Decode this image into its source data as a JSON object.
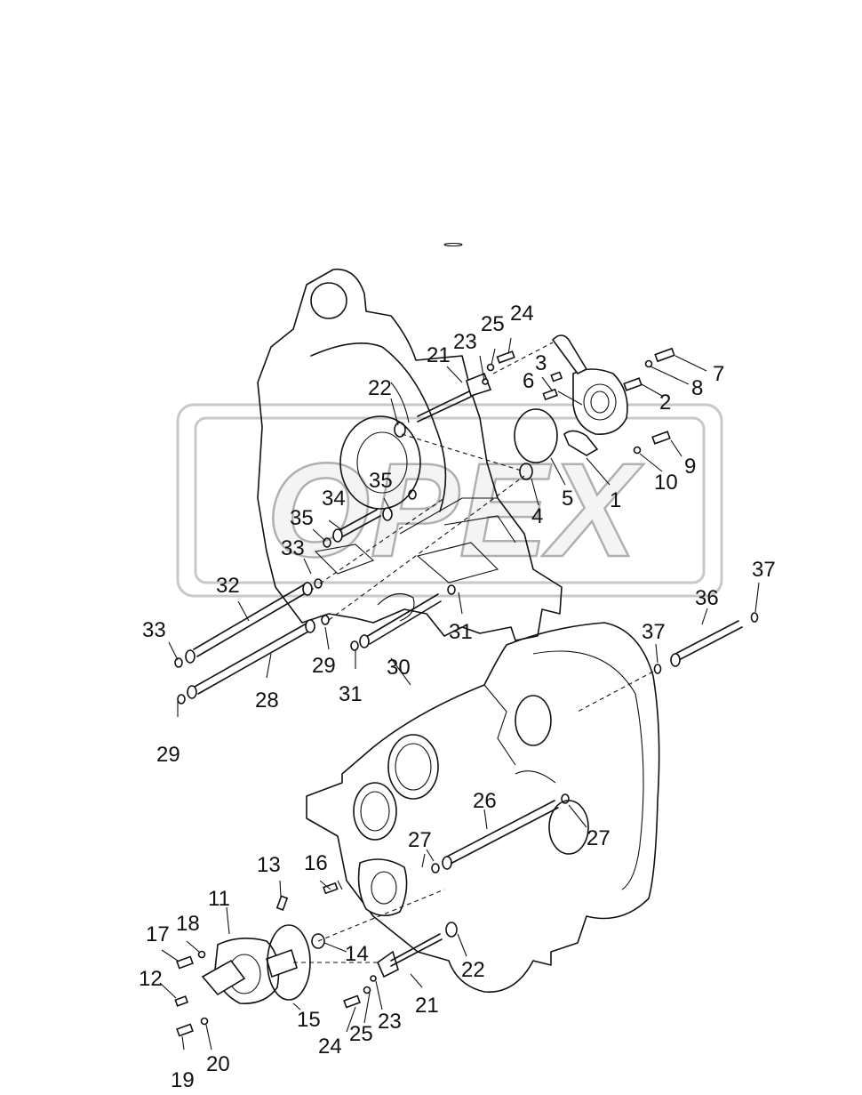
{
  "watermark": {
    "text": "OPEX"
  },
  "labels": {
    "l1": "1",
    "l2": "2",
    "l3": "3",
    "l4": "4",
    "l5": "5",
    "l6": "6",
    "l7": "7",
    "l8": "8",
    "l9": "9",
    "l10": "10",
    "l11": "11",
    "l12": "12",
    "l13": "13",
    "l14": "14",
    "l15": "15",
    "l16": "16",
    "l17": "17",
    "l18": "18",
    "l19": "19",
    "l20": "20",
    "l21a": "21",
    "l21b": "21",
    "l22a": "22",
    "l22b": "22",
    "l23a": "23",
    "l23b": "23",
    "l24a": "24",
    "l24b": "24",
    "l25a": "25",
    "l25b": "25",
    "l26": "26",
    "l27a": "27",
    "l27b": "27",
    "l28": "28",
    "l29a": "29",
    "l29b": "29",
    "l30": "30",
    "l31a": "31",
    "l31b": "31",
    "l32": "32",
    "l33a": "33",
    "l33b": "33",
    "l34": "34",
    "l35a": "35",
    "l35b": "35",
    "l36": "36",
    "l37a": "37",
    "l37b": "37"
  }
}
